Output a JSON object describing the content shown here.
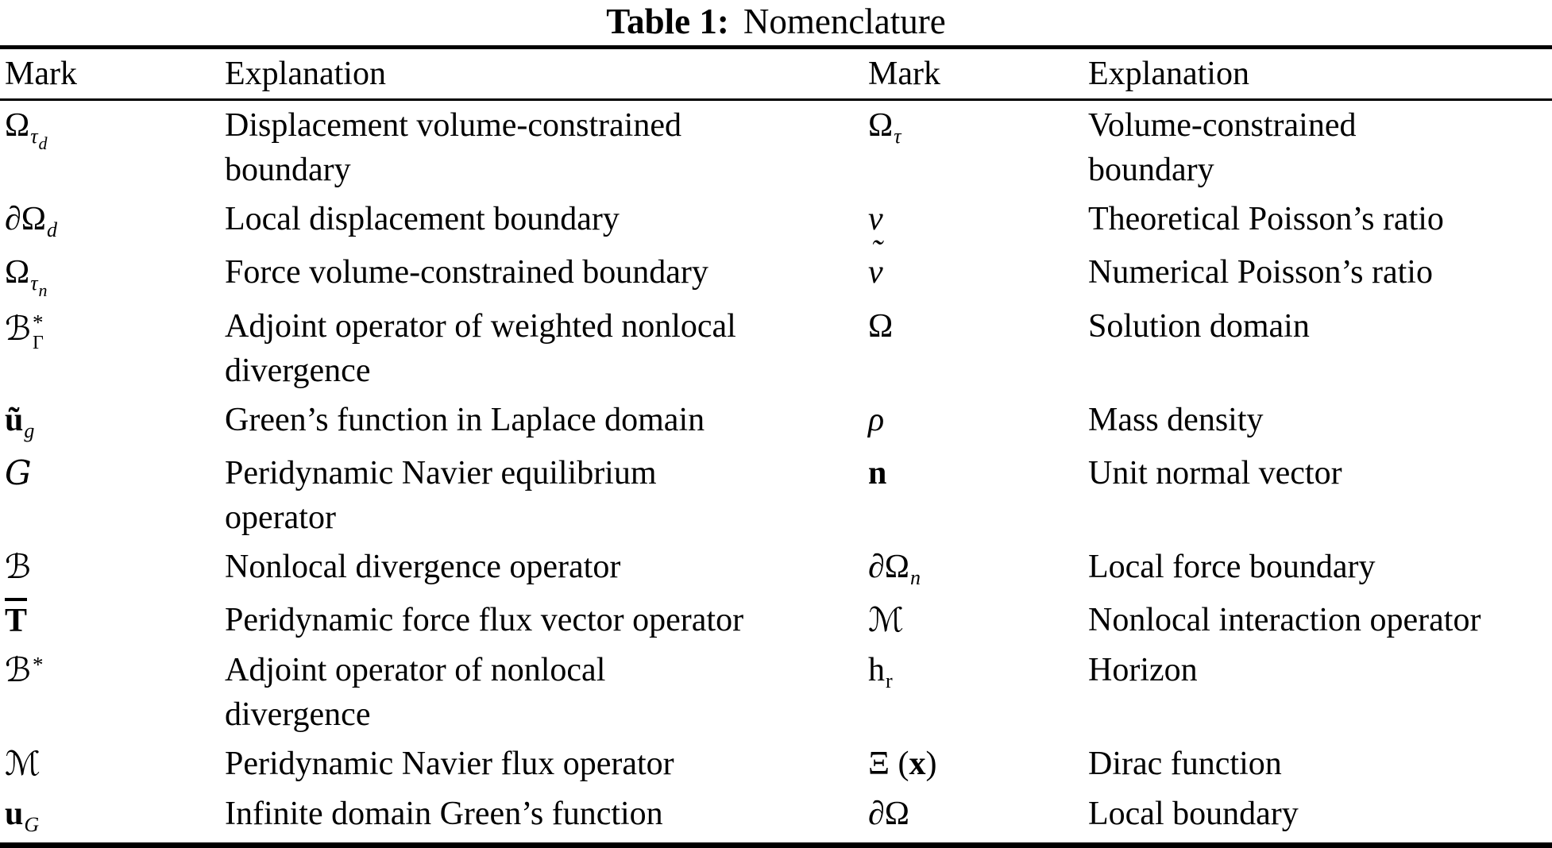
{
  "colors": {
    "text": "#000000",
    "background": "#ffffff",
    "rule": "#000000"
  },
  "title": {
    "label": "Table 1:",
    "text": "Nomenclature"
  },
  "header": {
    "mark_left": "Mark",
    "explanation_left": "Explanation",
    "mark_right": "Mark",
    "explanation_right": "Explanation"
  },
  "rows": [
    {
      "left": {
        "mark": [
          {
            "t": "Ω"
          },
          {
            "t": "τ",
            "k": "sub i"
          },
          {
            "t": "d",
            "k": "sub2 i"
          }
        ],
        "explanation": [
          "Displacement volume-constrained",
          "boundary"
        ]
      },
      "right": {
        "mark": [
          {
            "t": "Ω"
          },
          {
            "t": "τ",
            "k": "sub i"
          }
        ],
        "explanation": [
          "Volume-constrained",
          "boundary"
        ]
      }
    },
    {
      "left": {
        "mark": [
          {
            "t": "∂"
          },
          {
            "t": "Ω"
          },
          {
            "t": "d",
            "k": "sub i"
          }
        ],
        "explanation": [
          "Local displacement boundary"
        ]
      },
      "right": {
        "mark": [
          {
            "t": "ν",
            "k": "i"
          }
        ],
        "explanation": [
          "Theoretical Poisson’s ratio"
        ]
      }
    },
    {
      "left": {
        "mark": [
          {
            "t": "Ω"
          },
          {
            "t": "τ",
            "k": "sub i"
          },
          {
            "t": "n",
            "k": "sub2 i"
          }
        ],
        "explanation": [
          "Force volume-constrained boundary"
        ]
      },
      "right": {
        "mark": [
          {
            "t": "ν",
            "k": "i",
            "acc": "˜"
          }
        ],
        "explanation": [
          "Numerical Poisson’s ratio"
        ]
      }
    },
    {
      "left": {
        "mark": [
          {
            "t": "ℬ",
            "k": "script"
          },
          {
            "top": "*",
            "bottom": "Γ"
          }
        ],
        "explanation": [
          "Adjoint operator of weighted nonlocal",
          "divergence"
        ]
      },
      "right": {
        "mark": [
          {
            "t": "Ω"
          }
        ],
        "explanation": [
          "Solution domain"
        ]
      }
    },
    {
      "left": {
        "mark": [
          {
            "t": "ũ",
            "k": "b"
          },
          {
            "t": "g",
            "k": "sub i"
          }
        ],
        "explanation": [
          "Green’s function in Laplace domain"
        ]
      },
      "right": {
        "mark": [
          {
            "t": "ρ",
            "k": "i"
          }
        ],
        "explanation": [
          "Mass density"
        ]
      }
    },
    {
      "left": {
        "mark": [
          {
            "t": "G",
            "k": "scriptit"
          }
        ],
        "explanation": [
          "Peridynamic Navier equilibrium",
          "operator"
        ]
      },
      "right": {
        "mark": [
          {
            "t": "n",
            "k": "b"
          }
        ],
        "explanation": [
          "Unit normal vector"
        ]
      }
    },
    {
      "left": {
        "mark": [
          {
            "t": "ℬ",
            "k": "script"
          }
        ],
        "explanation": [
          "Nonlocal divergence operator"
        ]
      },
      "right": {
        "mark": [
          {
            "t": "∂"
          },
          {
            "t": "Ω"
          },
          {
            "t": "n",
            "k": "sub i"
          }
        ],
        "explanation": [
          "Local force boundary"
        ]
      }
    },
    {
      "left": {
        "mark": [
          {
            "t": "T",
            "k": "over"
          }
        ],
        "explanation": [
          "Peridynamic force flux vector operator"
        ]
      },
      "right": {
        "mark": [
          {
            "t": "ℳ",
            "k": "script"
          }
        ],
        "explanation": [
          "Nonlocal interaction operator"
        ]
      }
    },
    {
      "left": {
        "mark": [
          {
            "t": "ℬ",
            "k": "script"
          },
          {
            "t": "*",
            "k": "sup"
          }
        ],
        "explanation": [
          "Adjoint operator of nonlocal",
          "divergence"
        ]
      },
      "right": {
        "mark": [
          {
            "t": "h"
          },
          {
            "t": "r",
            "k": "sub"
          }
        ],
        "explanation": [
          "Horizon"
        ]
      }
    },
    {
      "left": {
        "mark": [
          {
            "t": "ℳ",
            "k": "script"
          }
        ],
        "explanation": [
          "Peridynamic Navier flux operator"
        ]
      },
      "right": {
        "mark": [
          {
            "t": "Ξ"
          },
          {
            "t": " ("
          },
          {
            "t": "x",
            "k": "b"
          },
          {
            "t": ")"
          }
        ],
        "explanation": [
          "Dirac function"
        ]
      }
    },
    {
      "left": {
        "mark": [
          {
            "t": "u",
            "k": "b"
          },
          {
            "t": "G",
            "k": "sub i"
          }
        ],
        "explanation": [
          "Infinite domain Green’s function"
        ]
      },
      "right": {
        "mark": [
          {
            "t": "∂"
          },
          {
            "t": "Ω"
          }
        ],
        "explanation": [
          "Local boundary"
        ]
      }
    }
  ]
}
